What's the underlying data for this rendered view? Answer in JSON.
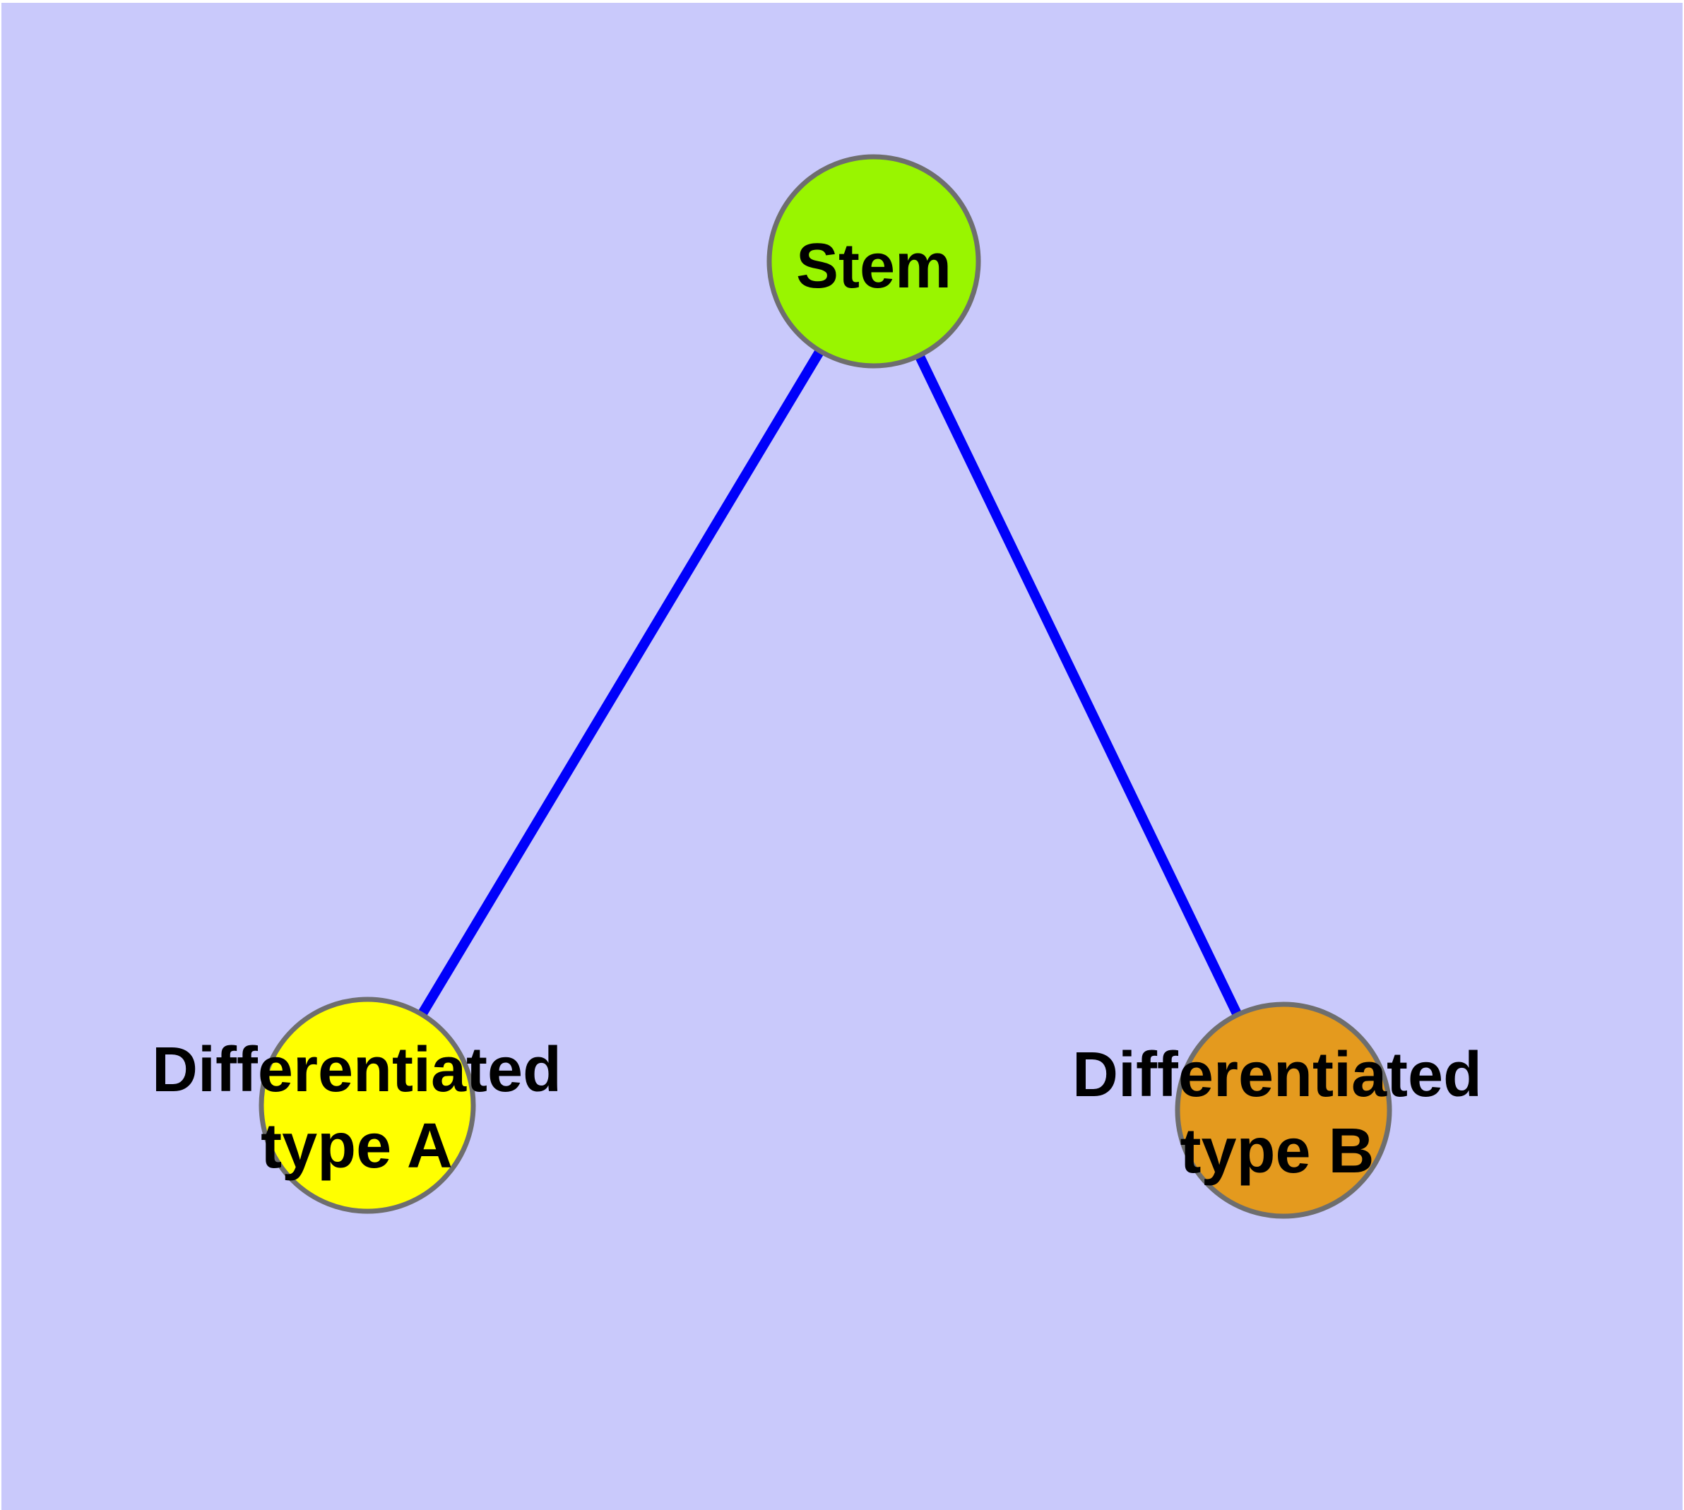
{
  "figure": {
    "type": "node-link-diagram",
    "page_color": "#ffffff",
    "background_color": "#c9c9fb",
    "edge_color": "#0000fa",
    "node_border_color": "#6e6e6e",
    "label_color": "#000000",
    "nodes": [
      {
        "id": "stem",
        "label_lines": [
          "Stem"
        ],
        "label": "Stem",
        "fill": "#99f500"
      },
      {
        "id": "differentiated-type-a",
        "label_lines": [
          "Differentiated",
          "type A"
        ],
        "label": "Differentiated type A",
        "fill": "#ffff00"
      },
      {
        "id": "differentiated-type-b",
        "label_lines": [
          "Differentiated",
          "type B"
        ],
        "label": "Differentiated type B",
        "fill": "#e49a1e"
      }
    ],
    "edges": [
      {
        "from": "Stem",
        "to": "Differentiated type A"
      },
      {
        "from": "Stem",
        "to": "Differentiated type B"
      }
    ]
  }
}
